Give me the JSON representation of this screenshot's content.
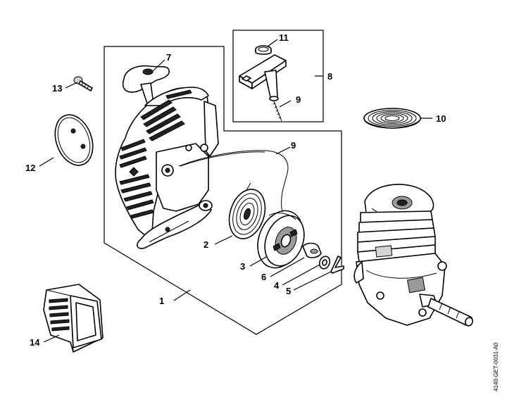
{
  "callouts": [
    {
      "id": "c1",
      "text": "1"
    },
    {
      "id": "c2",
      "text": "2"
    },
    {
      "id": "c3",
      "text": "3"
    },
    {
      "id": "c4",
      "text": "4"
    },
    {
      "id": "c5",
      "text": "5"
    },
    {
      "id": "c6",
      "text": "6"
    },
    {
      "id": "c7",
      "text": "7"
    },
    {
      "id": "c8",
      "text": "8"
    },
    {
      "id": "c9a",
      "text": "9"
    },
    {
      "id": "c9b",
      "text": "9"
    },
    {
      "id": "c10",
      "text": "10"
    },
    {
      "id": "c11",
      "text": "11"
    },
    {
      "id": "c12",
      "text": "12"
    },
    {
      "id": "c13",
      "text": "13"
    },
    {
      "id": "c14",
      "text": "14"
    }
  ],
  "reference_code": "4140-GET-0031-A0"
}
